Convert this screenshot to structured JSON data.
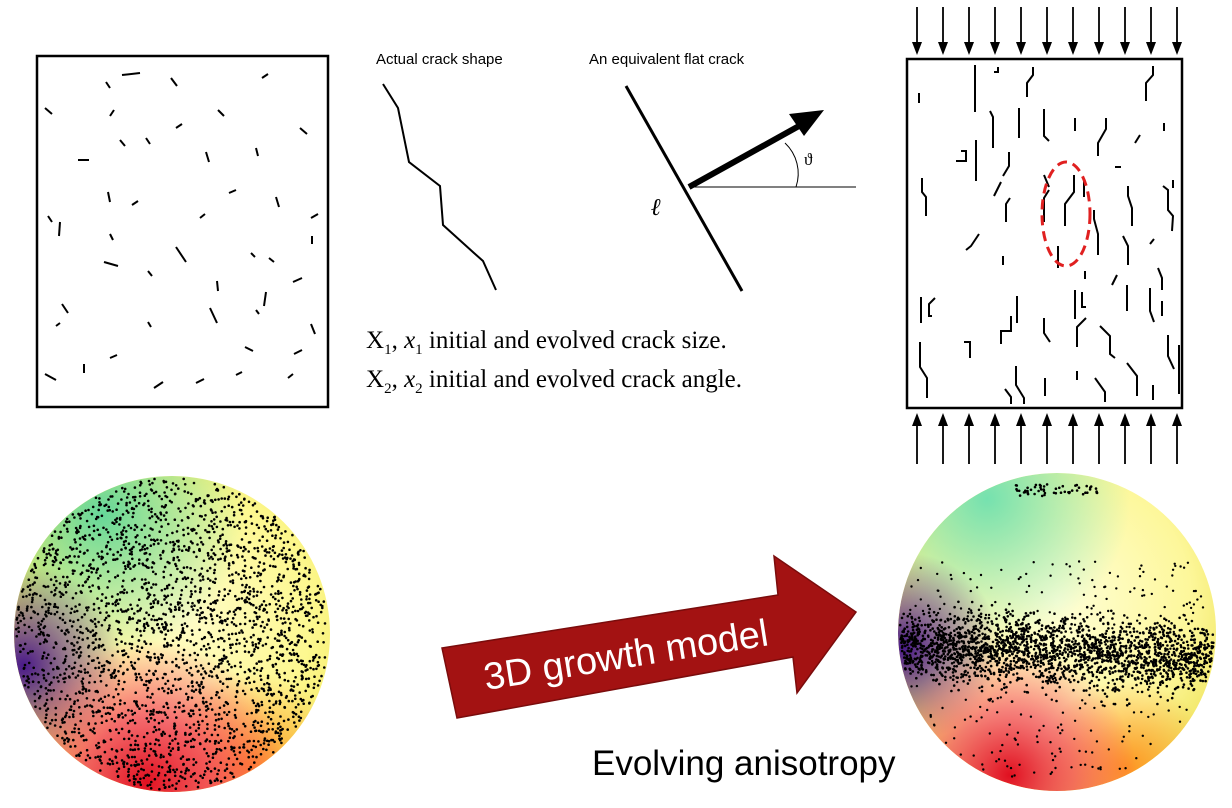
{
  "labels": {
    "actual_crack_shape": "Actual crack shape",
    "equivalent_flat_crack": "An equivalent flat crack",
    "ell_symbol": "ℓ",
    "theta_symbol": "ϑ",
    "caption_line1": {
      "var1": "X",
      "sub1": "1",
      "var2": "x",
      "sub2": "1",
      "rest": " initial and evolved crack size."
    },
    "caption_line2": {
      "var1": "X",
      "sub1": "2",
      "var2": "x",
      "sub2": "2",
      "rest": " initial and evolved crack angle."
    },
    "growth_arrow": "3D growth model",
    "evolving": "Evolving anisotropy"
  },
  "colors": {
    "ink": "#000000",
    "arrow_fill": "#a31212",
    "arrow_text": "#ffffff",
    "dashed_ellipse": "#e02020",
    "sphere_yellow": "#ffff9a",
    "sphere_green": "#7fd9a0",
    "sphere_purple": "#5a2a8a",
    "sphere_red": "#e8203c",
    "sphere_orange": "#ff9a1a"
  }
}
